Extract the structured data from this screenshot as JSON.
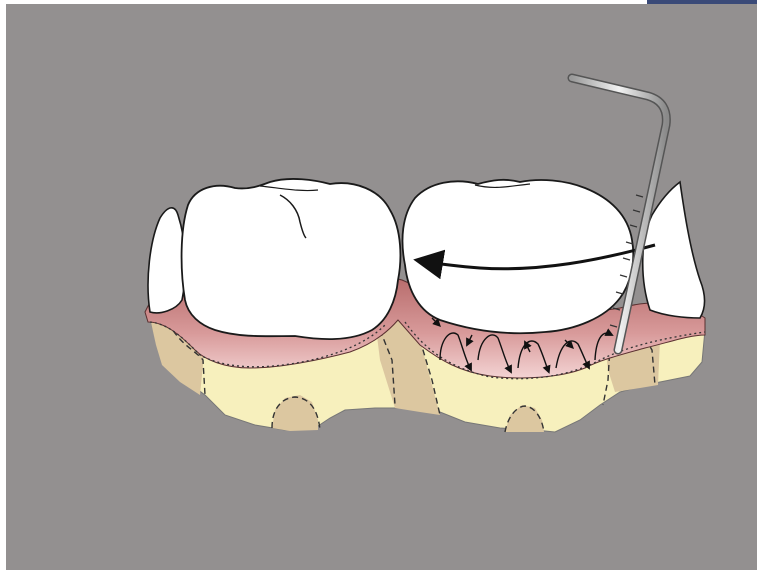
{
  "diagram": {
    "subject": "",
    "colors": {
      "background": "#939090",
      "tooth_enamel": "#ffffff",
      "outline": "#1a1a1a",
      "gingiva_dark": "#b86d6d",
      "gingiva_light": "#f0c8c8",
      "bone": "#f7f0bd",
      "interdental_bone": "#dcc7a0",
      "probe_metal": "#d7d7d7",
      "arrow": "#111111"
    },
    "icons": [
      "molar-tooth",
      "periodontal-probe",
      "direction-arrow",
      "walking-stroke-arrows"
    ]
  }
}
